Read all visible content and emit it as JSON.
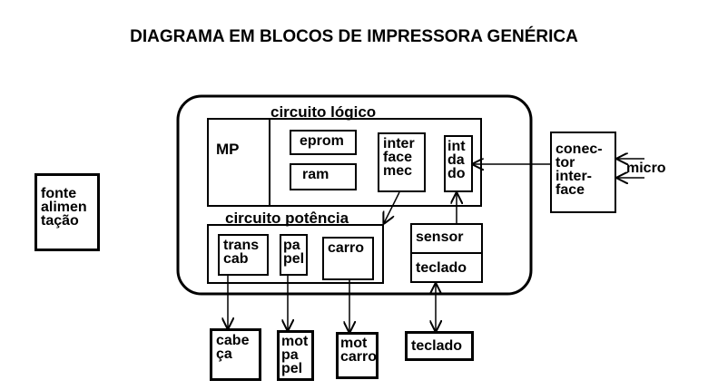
{
  "title": "DIAGRAMA EM BLOCOS DE IMPRESSORA GENÉRICA",
  "blocks": {
    "fonte": "fonte\nalimen\ntação",
    "circuito_logico": "circuito lógico",
    "mp": "MP",
    "eprom": "eprom",
    "ram": "ram",
    "interface_mec": "inter\nface\nmec",
    "int_dado": "int\nda\ndo",
    "circuito_potencia": "circuito potência",
    "trans_cab": "trans\ncab",
    "papel": "pa\npel",
    "carro": "carro",
    "sensor": "sensor",
    "teclado_int": "teclado",
    "conector": "conec-\ntor\ninter-\nface",
    "micro": "micro",
    "cabeca": "cabe\nça",
    "mot_papel": "mot\npa\npel",
    "mot_carro": "mot\ncarro",
    "teclado_ext": "teclado"
  }
}
